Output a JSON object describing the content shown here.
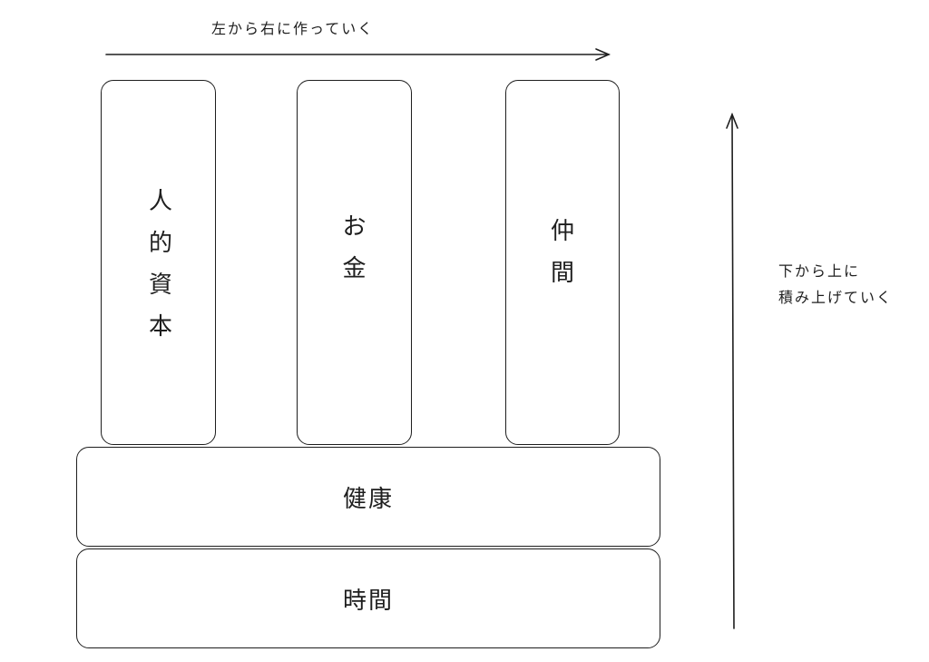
{
  "top_label": "左から右に作っていく",
  "right_label": [
    "下から上に",
    "積み上げていく"
  ],
  "pillars": [
    {
      "label": "人的資本",
      "chars": [
        "人",
        "的",
        "資",
        "本"
      ]
    },
    {
      "label": "お金",
      "chars": [
        "お",
        "金"
      ]
    },
    {
      "label": "仲間",
      "chars": [
        "仲",
        "間"
      ]
    }
  ],
  "foundations": [
    {
      "label": "健康"
    },
    {
      "label": "時間"
    }
  ],
  "colors": {
    "stroke": "#1e1e1e",
    "background": "#ffffff"
  }
}
